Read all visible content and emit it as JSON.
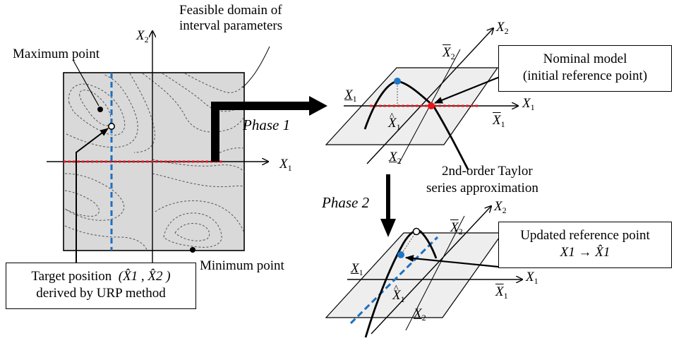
{
  "labels": {
    "feasible_domain": [
      "Feasible domain of",
      "interval parameters"
    ],
    "maximum_point": "Maximum point",
    "minimum_point": "Minimum point",
    "phase1": "Phase 1",
    "phase2": "Phase 2",
    "taylor": [
      "2nd-order Taylor",
      "series approximation"
    ],
    "axis_var": "X",
    "sub1": "1",
    "sub2": "2"
  },
  "boxes": {
    "target": {
      "line1_prefix": "Target position",
      "line1_math": "(X̂1 , X̂2 )",
      "line2": "derived by  URP method"
    },
    "nominal": {
      "line1": "Nominal model",
      "line2": "(initial reference point)"
    },
    "updated": {
      "line1": "Updated reference point",
      "line2": "X1 → X̂1"
    }
  },
  "colors": {
    "domain_fill": "#d9d9d9",
    "plane_fill": "#eeeeee",
    "red_dash": "#e8141e",
    "blue_dash": "#1f6fc0",
    "blue_point": "#1f75c8",
    "red_point": "#e8141e",
    "contour": "#555555"
  }
}
